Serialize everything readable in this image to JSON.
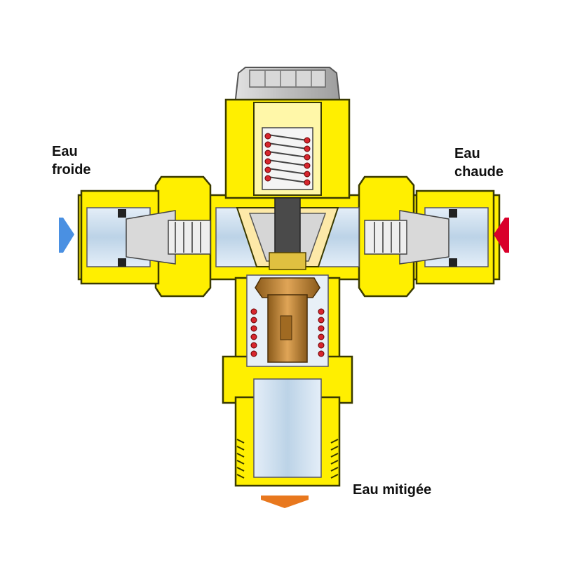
{
  "labels": {
    "cold_line1": "Eau",
    "cold_line2": "froide",
    "hot_line1": "Eau",
    "hot_line2": "chaude",
    "mixed": "Eau mitigée"
  },
  "colors": {
    "brass": "#ffef00",
    "brass_outline": "#3a3a00",
    "cold_arrow": "#4a90e2",
    "hot_arrow": "#d9002a",
    "mixed_arrow": "#e8781e",
    "cap": "#c9c9c9",
    "water": "#cfe0ef",
    "spring_dot": "#d7262e",
    "thermostat": "#c8862f"
  },
  "icons": {
    "cold_inlet": "arrow-right-icon",
    "hot_inlet": "arrow-left-icon",
    "mixed_outlet": "arrow-down-icon"
  }
}
